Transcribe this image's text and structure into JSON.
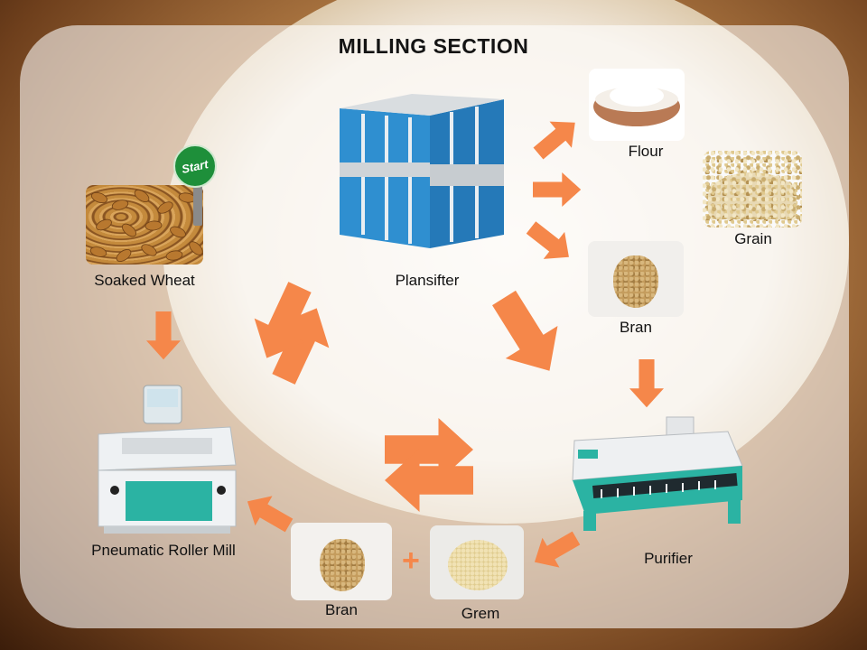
{
  "title": "MILLING SECTION",
  "start_sign": "Start",
  "nodes": {
    "soaked_wheat": "Soaked Wheat",
    "plansifter": "Plansifter",
    "flour": "Flour",
    "grain": "Grain",
    "bran_top": "Bran",
    "purifier": "Purifier",
    "bran_bottom": "Bran",
    "grem": "Grem",
    "roller_mill": "Pneumatic Roller Mill"
  },
  "plus_sign": "+",
  "colors": {
    "arrow": "#f5874a",
    "machine_blue": "#2f8fd0",
    "machine_teal": "#2bb3a3",
    "sign_green": "#1e8f3a"
  },
  "icons": [
    "start-sign-icon",
    "plansifter-icon",
    "flour-bowl-icon",
    "roller-mill-icon",
    "purifier-icon"
  ]
}
